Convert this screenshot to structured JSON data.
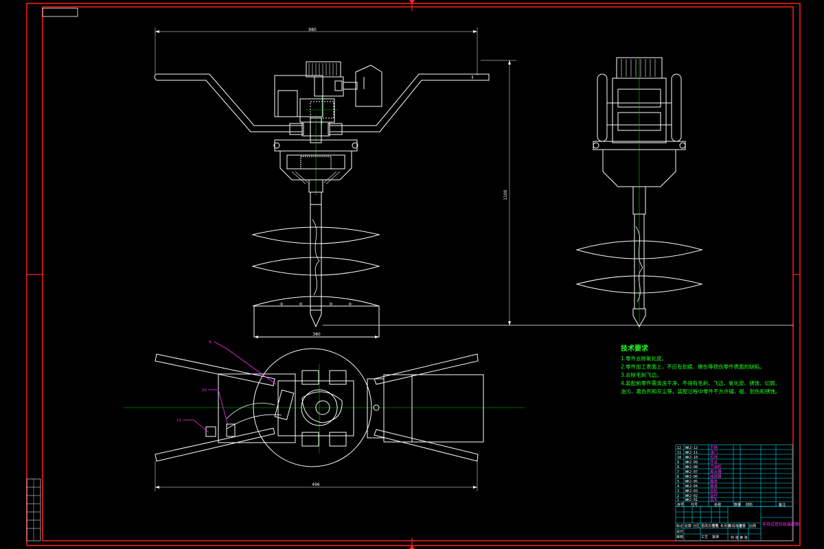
{
  "drawing": {
    "title": "手持式挖坑机装配图",
    "dimensions": {
      "handle_width": "980",
      "total_height": "1100",
      "auger_diameter": "380",
      "top_view_width": "496"
    },
    "callouts": [
      "9",
      "10",
      "11"
    ],
    "tech_requirements": {
      "heading": "技术要求",
      "items": [
        "1.零件去除氧化皮。",
        "2.零件加工表面上，不应有划痕、擦伤等损伤零件表面的缺陷。",
        "3.去除毛刺飞边。",
        "4.装配前零件需清洗干净，不得有毛刺、飞边、氧化皮、锈蚀、切屑、",
        "油污、着色剂和灰尘等。装配过程中零件不允许磕、碰、划伤和锈蚀。"
      ]
    },
    "bom": {
      "rows": [
        {
          "no": "12",
          "code": "WKJ-12",
          "name": "手柄"
        },
        {
          "no": "11",
          "code": "WKJ-11",
          "name": "油门"
        },
        {
          "no": "10",
          "code": "WKJ-10",
          "name": "拉线"
        },
        {
          "no": "9",
          "code": "WKJ-09",
          "name": "开关"
        },
        {
          "no": "8",
          "code": "WKJ-08",
          "name": "汽油机"
        },
        {
          "no": "7",
          "code": "WKJ-07",
          "name": "离合器"
        },
        {
          "no": "6",
          "code": "WKJ-06",
          "name": "减速器"
        },
        {
          "no": "5",
          "code": "WKJ-05",
          "name": "箱体"
        },
        {
          "no": "4",
          "code": "WKJ-04",
          "name": "轴承"
        },
        {
          "no": "3",
          "code": "WKJ-03",
          "name": "齿轮"
        },
        {
          "no": "2",
          "code": "WKJ-02",
          "name": "钻杆"
        },
        {
          "no": "1",
          "code": "WKJ-01",
          "name": "钻头"
        }
      ],
      "header": [
        "序号",
        "代号",
        "名称",
        "数量",
        "材料",
        "备注"
      ]
    },
    "title_block": {
      "labels": [
        "标记",
        "处数",
        "分区",
        "更改文件号",
        "签名",
        "年月日"
      ],
      "roles": [
        "设计",
        "审核",
        "工艺",
        "批准"
      ],
      "stage_labels": [
        "阶段标记",
        "重量",
        "比例"
      ],
      "sheet": "共 张 第 张"
    }
  },
  "colors": {
    "border": "#ff2020",
    "line": "#ffffff",
    "center": "#00cc00",
    "leader": "#ff33ff",
    "table": "#00e5ff"
  }
}
